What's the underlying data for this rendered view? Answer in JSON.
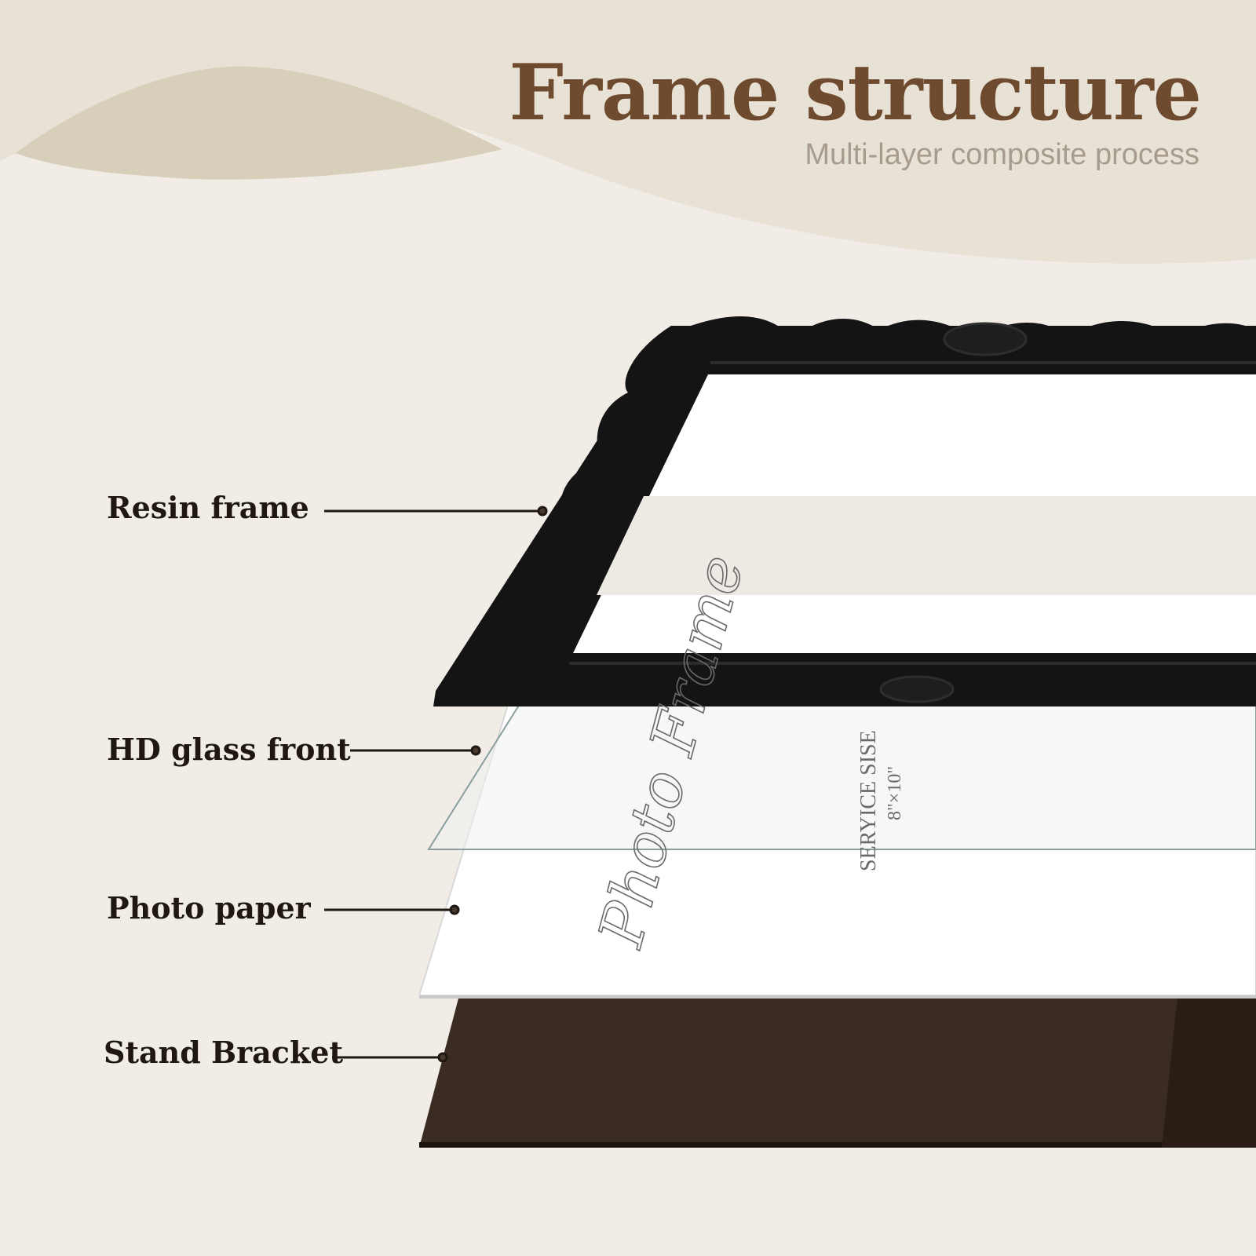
{
  "title": "Frame structure",
  "subtitle": "Multi-layer composite process",
  "colors": {
    "title": "#6e4a2e",
    "subtitle": "#a79b8e",
    "background": "#f1ede6",
    "wave": "#d7cfb9",
    "frame": "#141414",
    "bracket": "#3a2c22"
  },
  "layers": [
    {
      "label": "Resin frame"
    },
    {
      "label": "HD glass front"
    },
    {
      "label": "Photo paper"
    },
    {
      "label": "Stand Bracket"
    }
  ],
  "paper_print": {
    "script": "Photo Frame",
    "service_label": "SERYICE SISE",
    "size": "8\"×10\""
  }
}
